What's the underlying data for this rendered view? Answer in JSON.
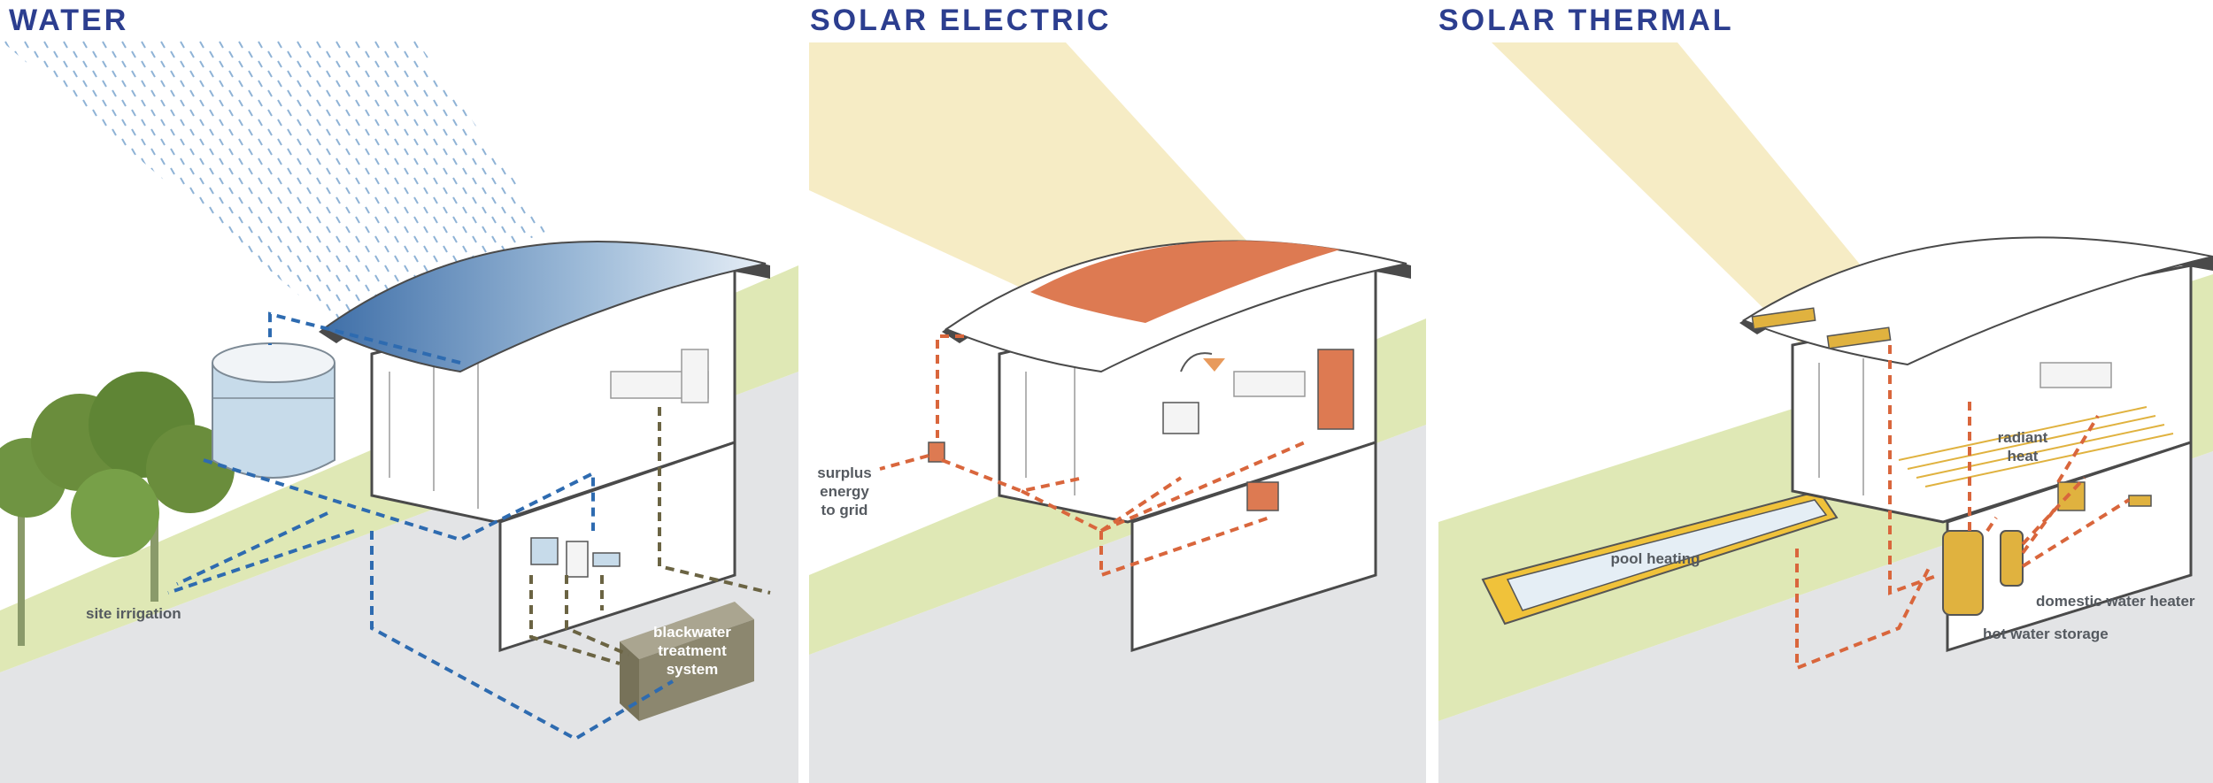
{
  "panels": {
    "water": {
      "title": "WATER",
      "labels": {
        "site_irrigation": "site irrigation",
        "blackwater_1": "blackwater",
        "blackwater_2": "treatment",
        "blackwater_3": "system"
      },
      "colors": {
        "flow": "#2e6bb0",
        "greywater": "#6b6443",
        "roof": "#7aa0c8",
        "tank": "#c7dbea",
        "tree": "#6a8d3c"
      }
    },
    "solar_electric": {
      "title": "SOLAR ELECTRIC",
      "labels": {
        "surplus_1": "surplus",
        "surplus_2": "energy",
        "surplus_3": "to grid"
      },
      "colors": {
        "flow": "#d9663c",
        "roof": "#dd7a52",
        "light": "#f6ecc5"
      }
    },
    "solar_thermal": {
      "title": "SOLAR THERMAL",
      "labels": {
        "radiant_1": "radiant",
        "radiant_2": "heat",
        "pool_heating": "pool heating",
        "domestic_water_heater": "domestic water heater",
        "hot_water_storage": "hot water storage"
      },
      "colors": {
        "flow": "#d9663c",
        "collector": "#e0b23f",
        "pool": "#f0c23a",
        "light": "#f6ecc5"
      }
    }
  },
  "colors": {
    "title": "#2c3e8f",
    "ground": "#e3e4e6",
    "grass": "#dfe8b5"
  }
}
